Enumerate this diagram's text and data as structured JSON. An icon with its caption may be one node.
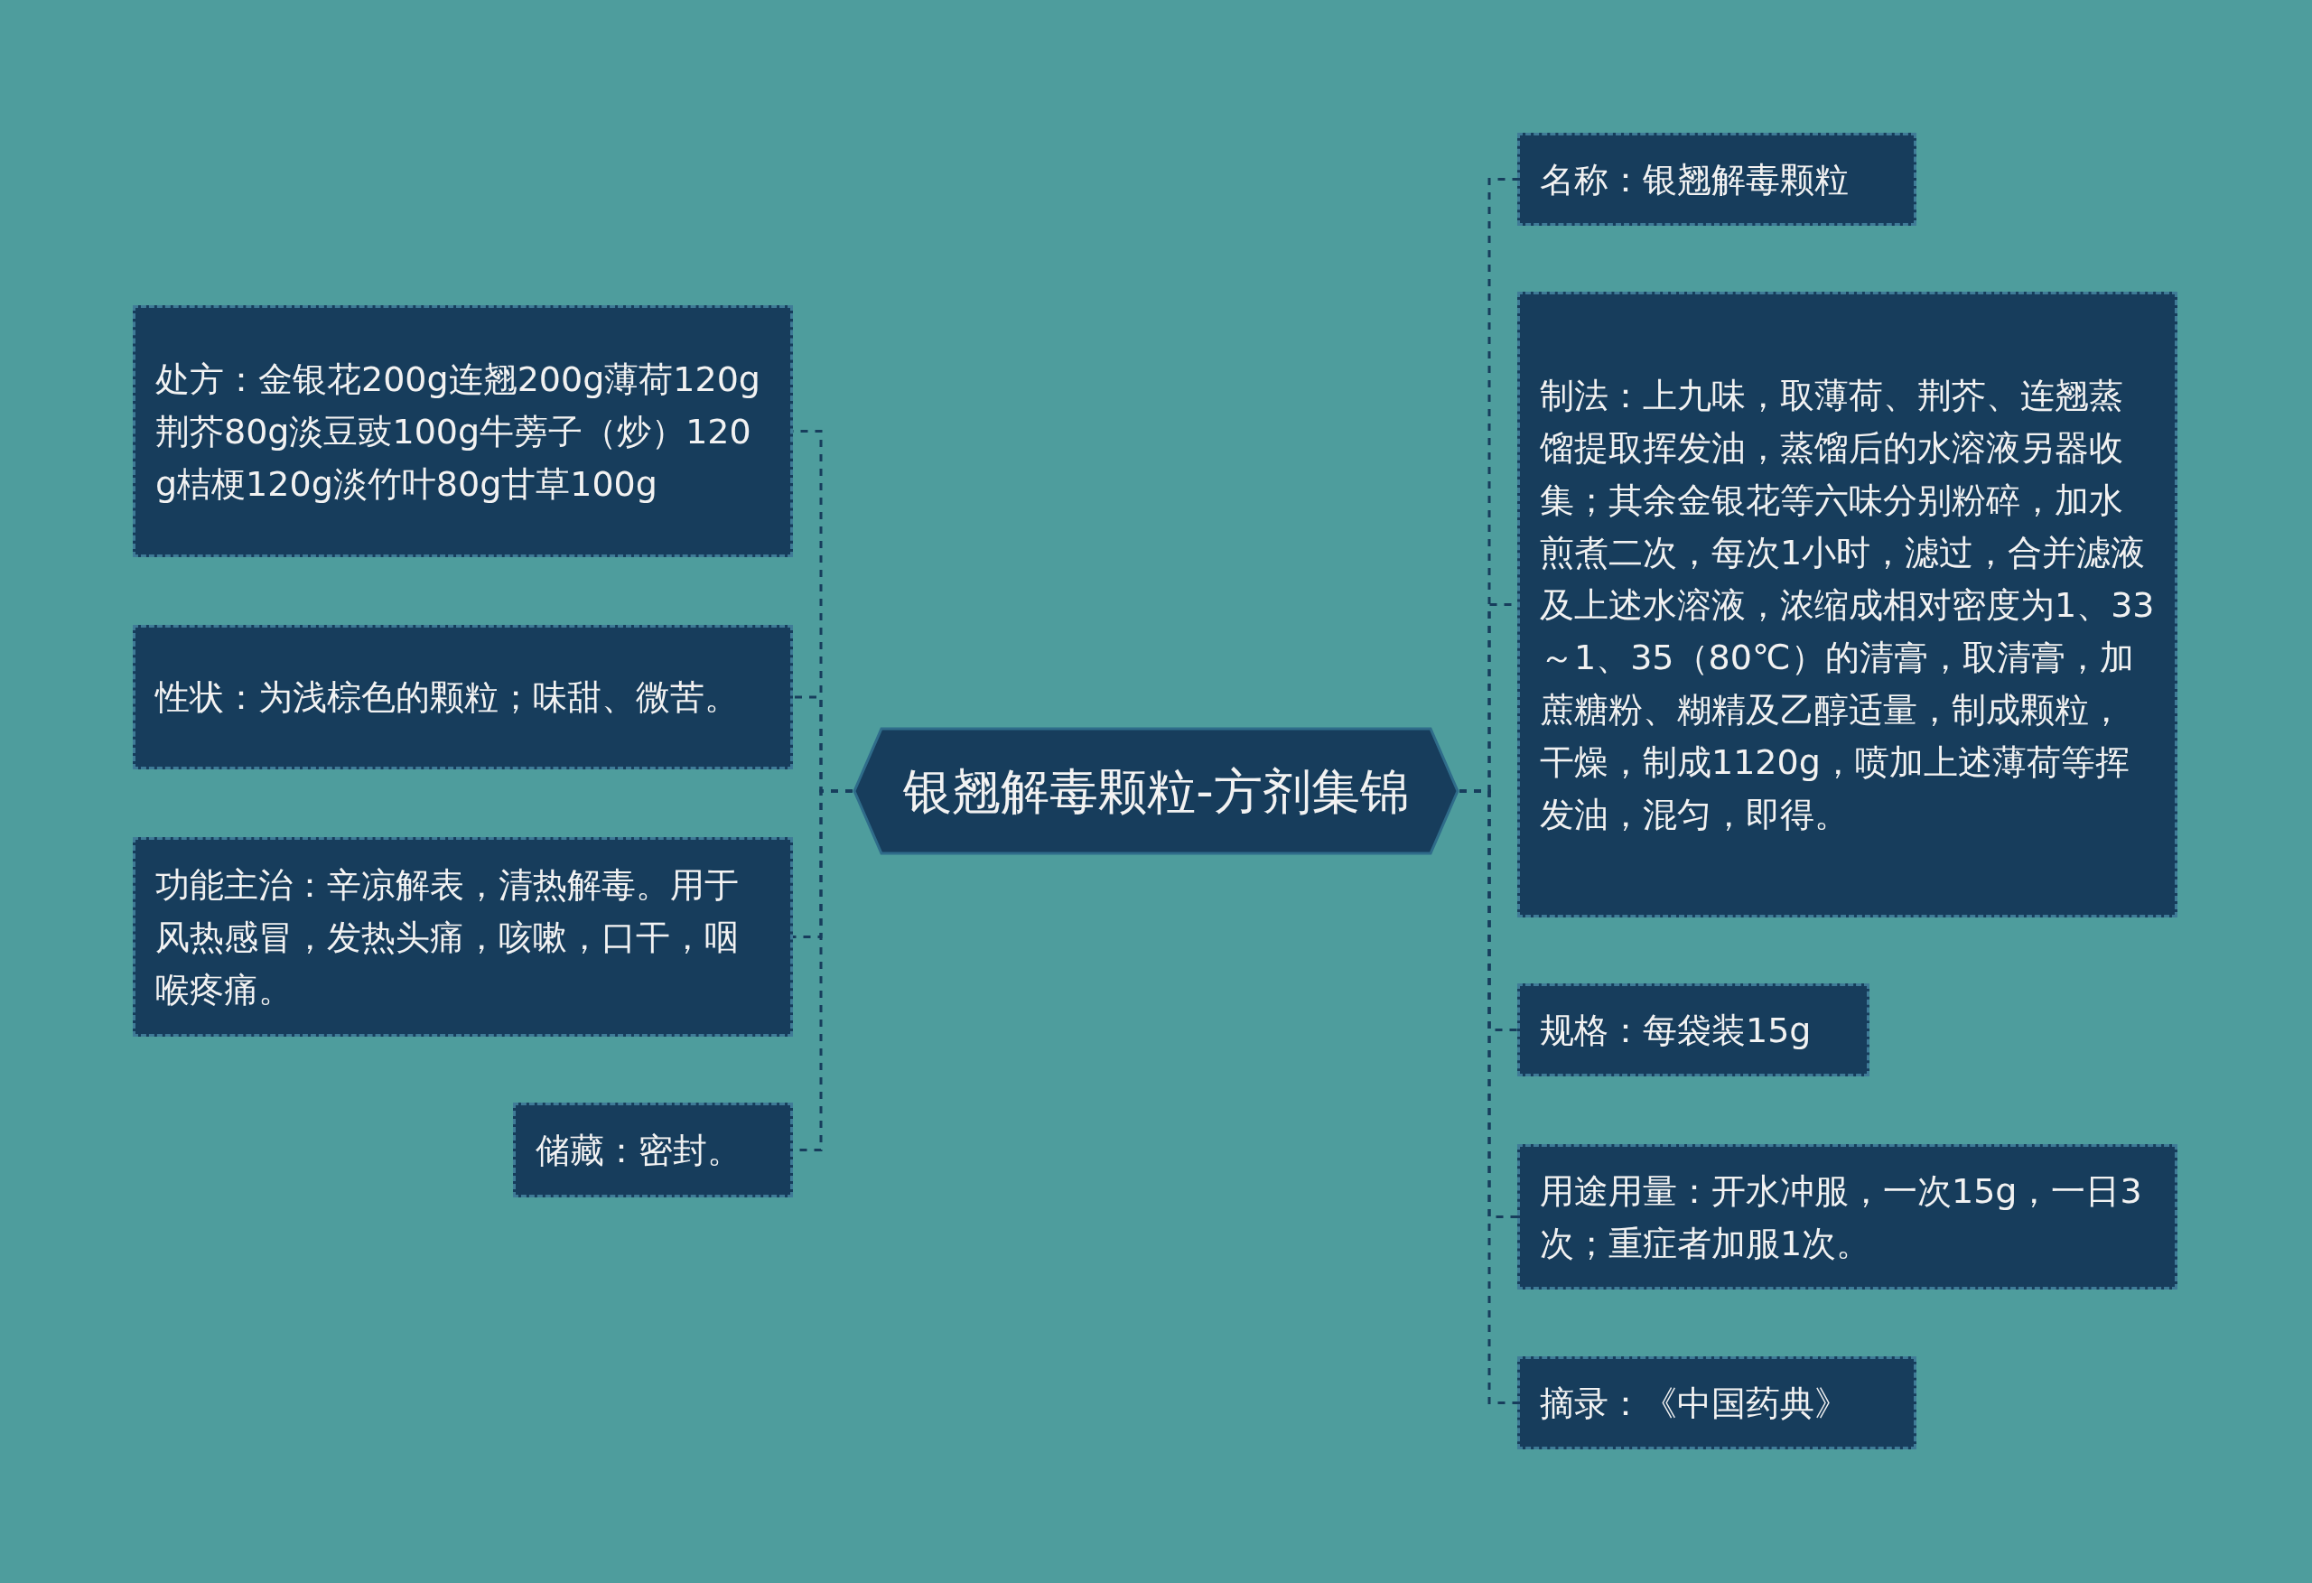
{
  "diagram": {
    "nodes": [
      {
        "text": [
          "银翘解毒颗粒-方剂集锦"
        ]
      },
      {
        "text": [
          "处方：金银花200g连翘200g薄荷120g荆芥80g淡豆豉100g牛蒡子（炒）120g桔梗120g淡竹叶80g甘草100g"
        ]
      },
      {
        "text": [
          "性状：为浅棕色的颗粒；味甜、微苦。"
        ]
      },
      {
        "text": [
          "功能主治：辛凉解表，清热解毒。用于风热感冒，发热头痛，咳嗽，口干，咽喉疼痛。"
        ]
      },
      {
        "text": [
          "储藏：密封。"
        ]
      },
      {
        "text": [
          "名称：银翘解毒颗粒"
        ]
      },
      {
        "text": [
          "制法：上九味，取薄荷、荆芥、连翘蒸馏提取挥发油，蒸馏后的水溶液另器收集；其余金银花等六味分别粉碎，加水煎煮二次，每次1小时，滤过，合并滤液及上述水溶液，浓缩成相对密度为1、33～1、35（80℃）的清膏，取清膏，加蔗糖粉、糊精及乙醇适量，制成颗粒，干燥，制成1120g，喷加上述薄荷等挥发油，混匀，即得。"
        ]
      },
      {
        "text": [
          "规格：每袋装15g"
        ]
      },
      {
        "text": [
          "用途用量：开水冲服，一次15g，一日3次；重症者加服1次。"
        ]
      },
      {
        "text": [
          "摘录：《中国药典》"
        ]
      }
    ],
    "edges": [
      {
        "from": 0,
        "to": 1,
        "arrow": "none",
        "style": "dashed"
      },
      {
        "from": 0,
        "to": 2,
        "arrow": "none",
        "style": "dashed"
      },
      {
        "from": 0,
        "to": 3,
        "arrow": "none",
        "style": "dashed"
      },
      {
        "from": 0,
        "to": 4,
        "arrow": "none",
        "style": "dashed"
      },
      {
        "from": 0,
        "to": 5,
        "arrow": "none",
        "style": "dashed"
      },
      {
        "from": 0,
        "to": 6,
        "arrow": "none",
        "style": "dashed"
      },
      {
        "from": 0,
        "to": 7,
        "arrow": "none",
        "style": "dashed"
      },
      {
        "from": 0,
        "to": 8,
        "arrow": "none",
        "style": "dashed"
      },
      {
        "from": 0,
        "to": 9,
        "arrow": "none",
        "style": "dashed"
      }
    ]
  }
}
